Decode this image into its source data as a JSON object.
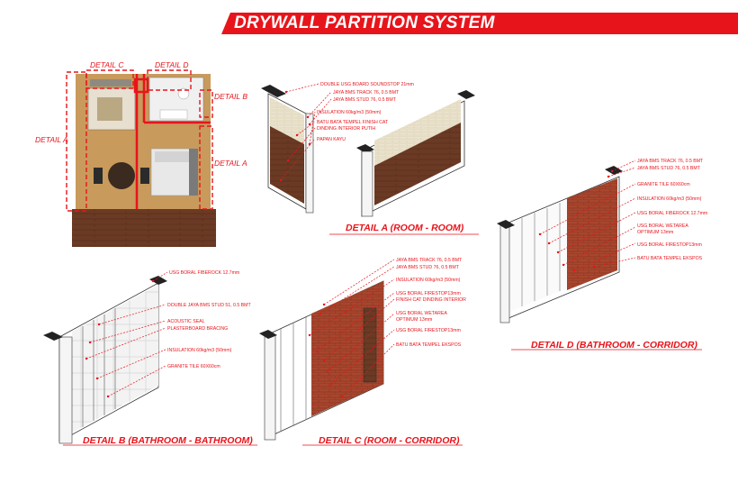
{
  "header": {
    "title": "DRYWALL PARTITION SYSTEM"
  },
  "plan": {
    "labels": {
      "detail_a_left": "DETAIL A",
      "detail_a_right": "DETAIL A",
      "detail_b": "DETAIL B",
      "detail_c": "DETAIL C",
      "detail_d": "DETAIL D"
    }
  },
  "details": {
    "a": {
      "title": "DETAIL A (ROOM - ROOM)",
      "labels": [
        "DOUBLE USG BOARD SOUNDSTOP 21mm",
        "JAYA BMS TRACK 76, 0.5 BMT",
        "JAYA BMS STUD 76, 0.5 BMT",
        "INSULATION 60kg/m3 (50mm)",
        "BATU BATA TEMPEL FINISH CAT",
        "DINDING INTERIOR PUTIH",
        "PAPAN KAYU"
      ]
    },
    "b": {
      "title": "DETAIL B (BATHROOM - BATHROOM)",
      "labels": [
        "USG BORAL FIBEROCK 12.7mm",
        "DOUBLE JAYA BMS STUD 51, 0.5 BMT",
        "ACOUSTIC SEAL",
        "PLASTERBOARD BRACING",
        "INSULATION 60kg/m3 (50mm)",
        "GRANITE TILE 60X60cm"
      ]
    },
    "c": {
      "title": "DETAIL C (ROOM - CORRIDOR)",
      "labels": [
        "JAYA BMS TRACK 76, 0.5 BMT",
        "JAYA BMS STUD 76, 0.5 BMT",
        "INSULATION 60kg/m3 (50mm)",
        "USG BORAL FIRESTOP13mm",
        "FINISH CAT DINDING INTERIOR",
        "USG BORAL WETAREA",
        "OPTIMUM 13mm",
        "USG BORAL FIRESTOP13mm",
        "BATU BATA TEMPEL EKSPOS"
      ]
    },
    "d": {
      "title": "DETAIL D (BATHROOM - CORRIDOR)",
      "labels": [
        "JAYA BMS TRACK 76, 0.5 BMT",
        "JAYA BMS STUD 76, 0.5 BMT",
        "GRANITE TILE 60X60cm",
        "INSULATION 60kg/m3 (50mm)",
        "USG BORAL FIBEROCK 12.7mm",
        "USG BORAL WETAREA",
        "OPTIMUM 13mm",
        "USG BORAL FIRESTOP13mm",
        "BATU BATA TEMPEL EKSPOS"
      ]
    }
  },
  "colors": {
    "accent": "#e8141b",
    "wood": "#6b3a24",
    "brick": "#a8462e",
    "floor": "#c89a5c"
  }
}
